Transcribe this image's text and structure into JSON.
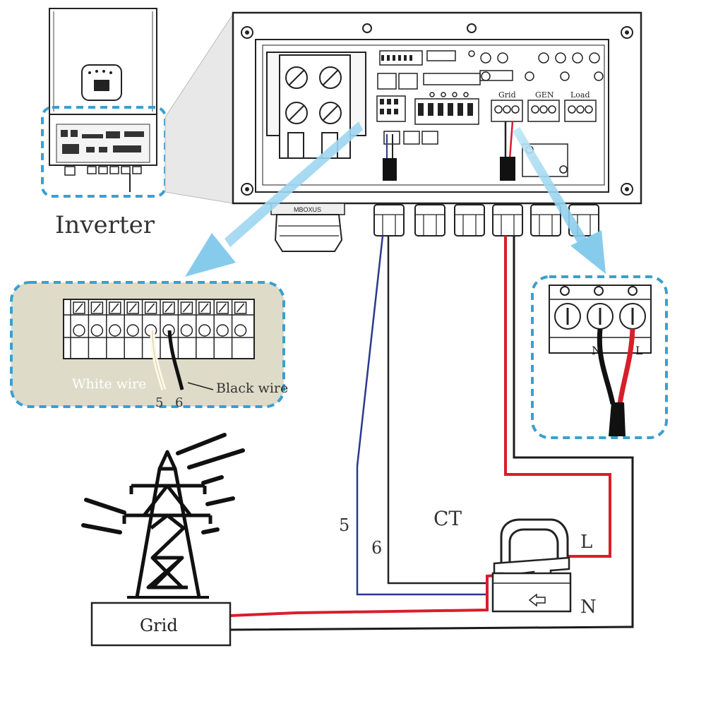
{
  "labels": {
    "inverter": "Inverter",
    "white_wire": "White wire",
    "black_wire": "Black wire",
    "pin5": "5",
    "pin6": "6",
    "wire5": "5",
    "wire6": "6",
    "ct": "CT",
    "line": "L",
    "neutral": "N",
    "grid": "Grid",
    "terminal_n": "N",
    "terminal_l": "L",
    "port_grid": "Grid",
    "port_gen": "GEN",
    "port_load": "Load",
    "meter_label": "MBOXUS"
  },
  "colors": {
    "callout_border": "#3a9fcf",
    "arrow": "#8fd0ee",
    "wire_red": "#d81e2a",
    "wire_blue": "#2a3a8a",
    "wire_black": "#1a1a1a",
    "terminal_panel_bg": "#dedbc8"
  },
  "icons": [
    "power-tower-icon",
    "ct-clamp-icon",
    "terminal-block-icon",
    "inverter-icon"
  ]
}
